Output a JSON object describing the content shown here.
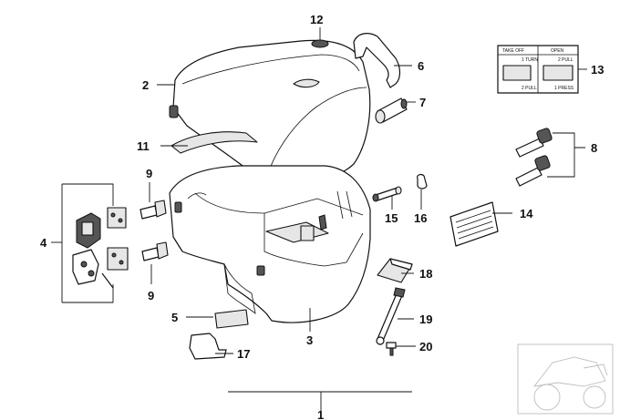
{
  "callouts": {
    "c1": "1",
    "c2": "2",
    "c3": "3",
    "c4": "4",
    "c5": "5",
    "c6": "6",
    "c7": "7",
    "c8": "8",
    "c9a": "9",
    "c9b": "9",
    "c11": "11",
    "c12": "12",
    "c13": "13",
    "c14": "14",
    "c15": "15",
    "c16": "16",
    "c17": "17",
    "c18": "18",
    "c19": "19",
    "c20": "20"
  },
  "label_card": {
    "left_header": "TAKE OFF",
    "right_header": "OPEN",
    "left_step1": "1 TURN",
    "left_step2": "2 PULL",
    "right_step1": "2 PULL",
    "right_step2": "1 PRESS"
  }
}
